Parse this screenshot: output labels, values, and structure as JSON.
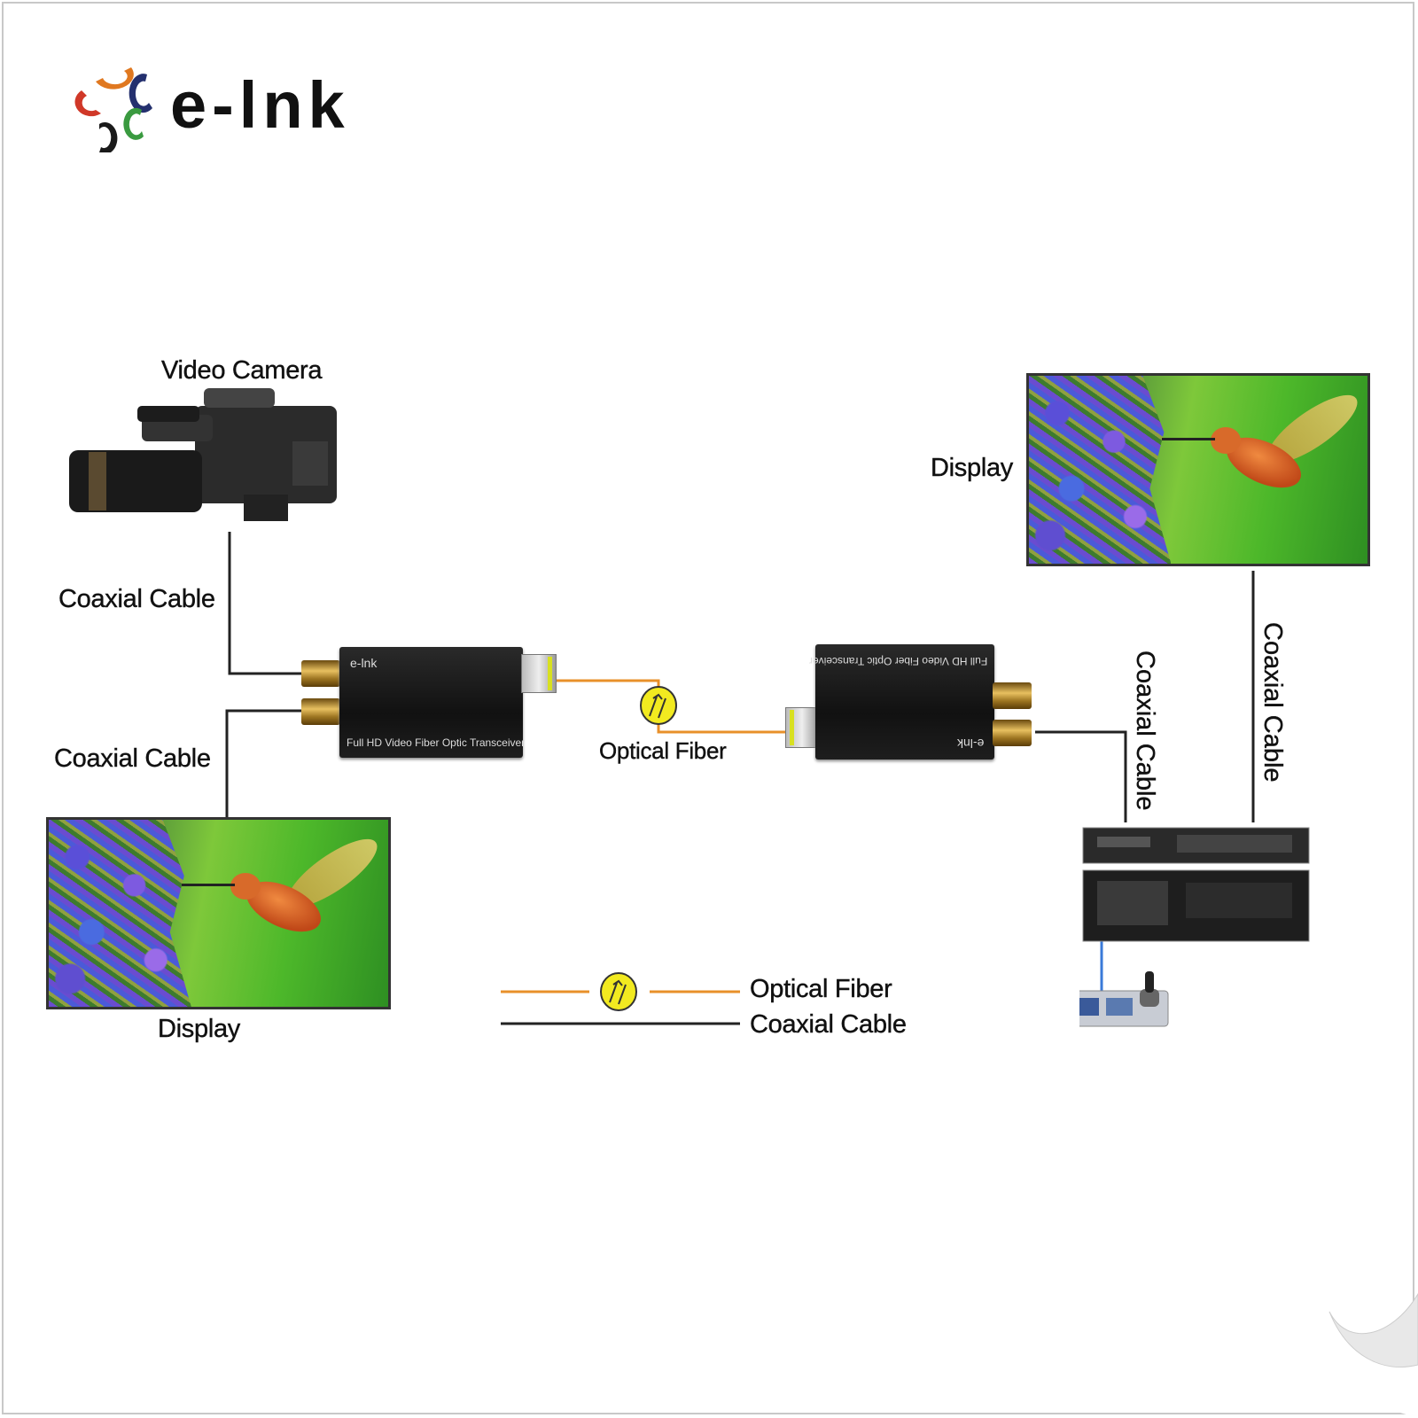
{
  "brand": {
    "name": "e-lnk",
    "logo_colors": [
      "#e07820",
      "#24306e",
      "#d03828",
      "#1a1a1a",
      "#3a9a40"
    ]
  },
  "labels": {
    "video_camera": "Video Camera",
    "coax_camera": "Coaxial Cable",
    "coax_display_left": "Coaxial Cable",
    "display_left": "Display",
    "display_right": "Display",
    "optical_fiber": "Optical Fiber",
    "coax_right_1": "Coaxial Cable",
    "coax_right_2": "Coaxial Cable"
  },
  "transceiver_left": {
    "brand": "e-lnk",
    "model_text": "Full HD Video Fiber Optic Transceiver"
  },
  "transceiver_right": {
    "brand": "e-lnk",
    "model_text": "Full HD Video Fiber Optic Transceiver"
  },
  "legend": [
    {
      "label": "Optical Fiber",
      "color": "#e8902a"
    },
    {
      "label": "Coaxial Cable",
      "color": "#222222"
    }
  ]
}
